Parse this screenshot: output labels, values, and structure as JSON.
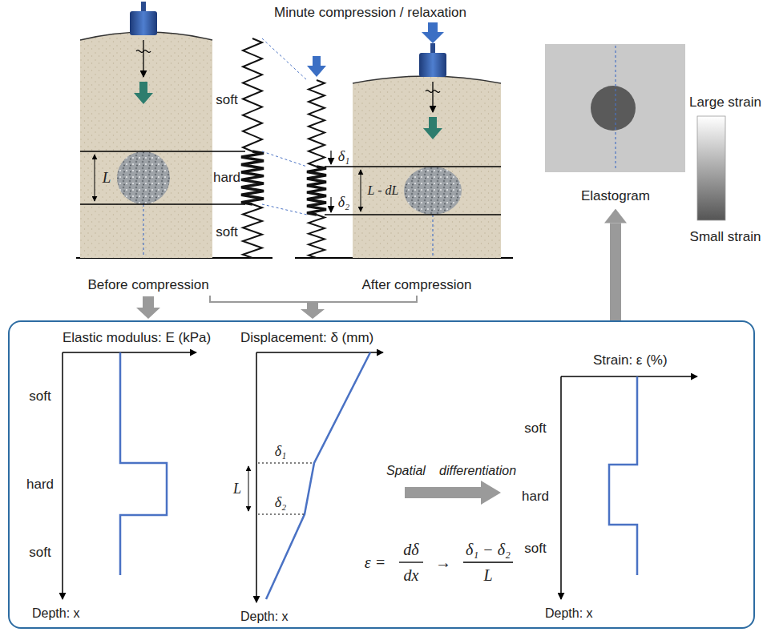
{
  "diagram": {
    "nodes": [
      {
        "text": [
          "Elastogram"
        ]
      },
      {
        "text": [
          "Elastic modulus: E (kPa)",
          "soft",
          "hard",
          "soft",
          "Depth: x",
          "Displacement: δ (mm)",
          "δ₁",
          "L",
          "δ₂",
          "Depth: x",
          "Spatial",
          "differentiation",
          "ε =",
          "dδ",
          "dx",
          "→",
          "δ₁ − δ₂",
          "L",
          "Strain: ε (%)",
          "soft",
          "hard",
          "soft",
          "Depth: x"
        ]
      }
    ],
    "edges": [
      {
        "from": 1,
        "to": 0,
        "arrow": "to"
      }
    ],
    "labels": [
      "Minute compression / relaxation",
      "soft",
      "hard",
      "soft",
      "L",
      "δ₁",
      "δ₂",
      "L - dL",
      "Before compression",
      "After compression",
      "Large strain",
      "Small strain"
    ]
  }
}
